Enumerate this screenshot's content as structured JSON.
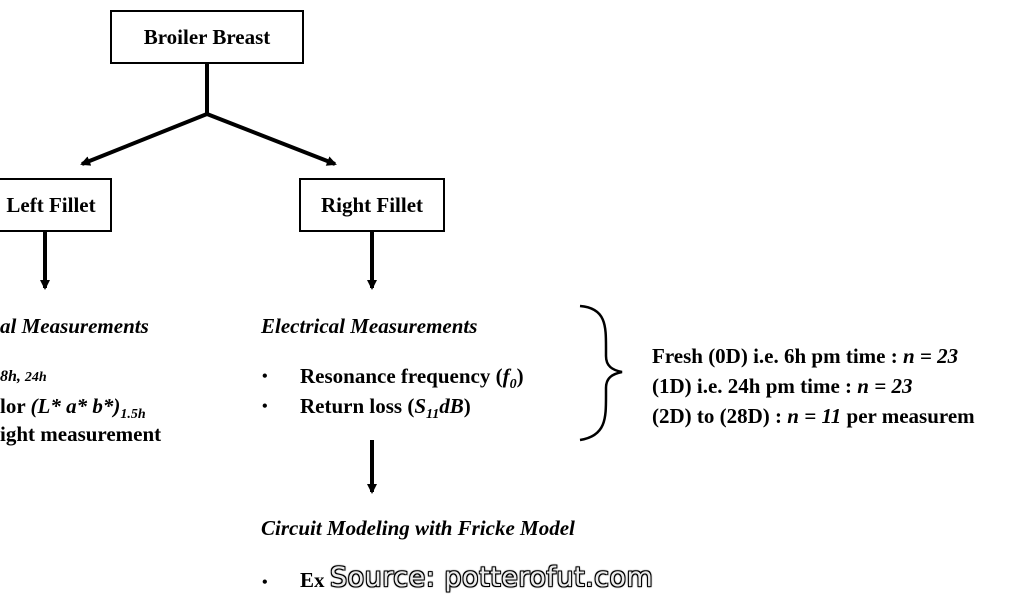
{
  "root": {
    "label": "Broiler Breast"
  },
  "left_branch": {
    "label": "Left Fillet",
    "heading_fragment": "al Measurements",
    "line1_fragment": "8h",
    "line1_sup": "24h",
    "line2_prefix": "lor",
    "line2_formula": "(L* a* b*)",
    "line2_sub": "1.5h",
    "line3_fragment": "ight measurement"
  },
  "right_branch": {
    "label": "Right Fillet",
    "heading": "Electrical Measurements",
    "bullets": [
      {
        "text": "Resonance frequency (",
        "symbol": "f",
        "sub": "0",
        "close": ")"
      },
      {
        "text": "Return loss (",
        "symbol": "S",
        "sub": "11",
        "after": "dB",
        "close": ")"
      }
    ],
    "bullet_char": "•",
    "modeling_heading": "Circuit Modeling with Fricke Model",
    "modeling_bullet": "Ex"
  },
  "samples": [
    {
      "prefix": "Fresh  (0D)  i.e.  6h pm time : ",
      "n": "n = 23"
    },
    {
      "prefix": "(1D) i.e.  24h pm time : ",
      "n": "n = 23"
    },
    {
      "prefix": "(2D) to (28D) : ",
      "n_label": "n = ",
      "n_value": "11",
      "suffix": " per measurem"
    }
  ],
  "watermark": "Source: potterofut.com"
}
